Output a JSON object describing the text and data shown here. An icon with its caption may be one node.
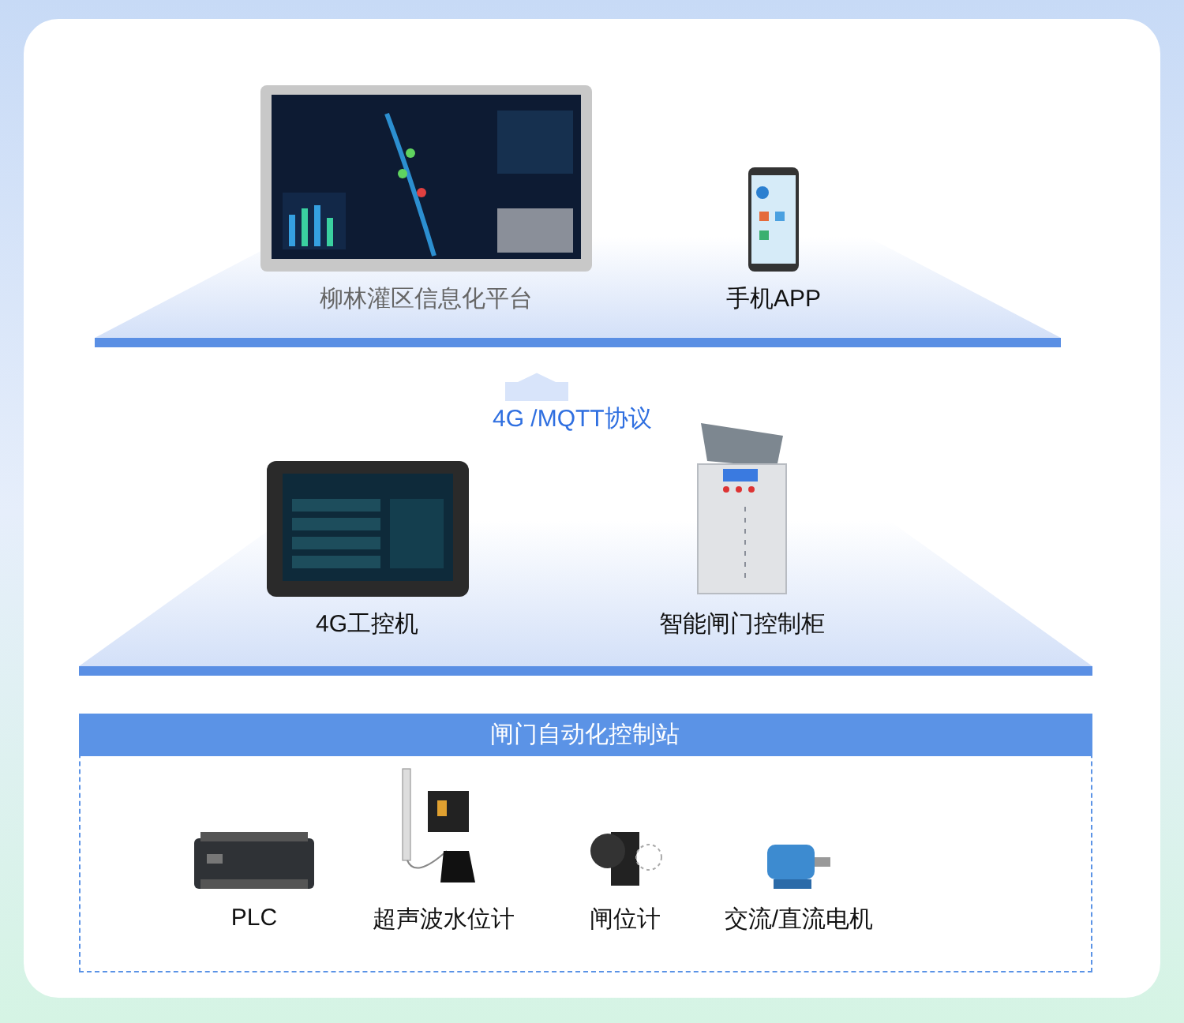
{
  "diagram": {
    "nodes": [
      {
        "text": [
          "柳林灌区信息化平台"
        ]
      },
      {
        "text": [
          "手机APP"
        ]
      },
      {
        "text": [],
        "shape": "bar"
      },
      {
        "text": [
          "4G工控机"
        ]
      },
      {
        "text": [
          "智能闸门控制柜"
        ]
      },
      {
        "text": [],
        "shape": "bar"
      },
      {
        "text": [
          "闸门自动化控制站"
        ]
      },
      {
        "text": [
          "PLC"
        ],
        "in": 6
      },
      {
        "text": [
          "超声波水位计"
        ],
        "in": 6
      },
      {
        "text": [
          "闸位计"
        ],
        "in": 6
      },
      {
        "text": [
          "交流/直流电机"
        ],
        "in": 6
      }
    ],
    "edges": [
      {
        "from": null,
        "to": 2,
        "arrow": "to",
        "label": "4G /MQTT协议"
      }
    ]
  }
}
